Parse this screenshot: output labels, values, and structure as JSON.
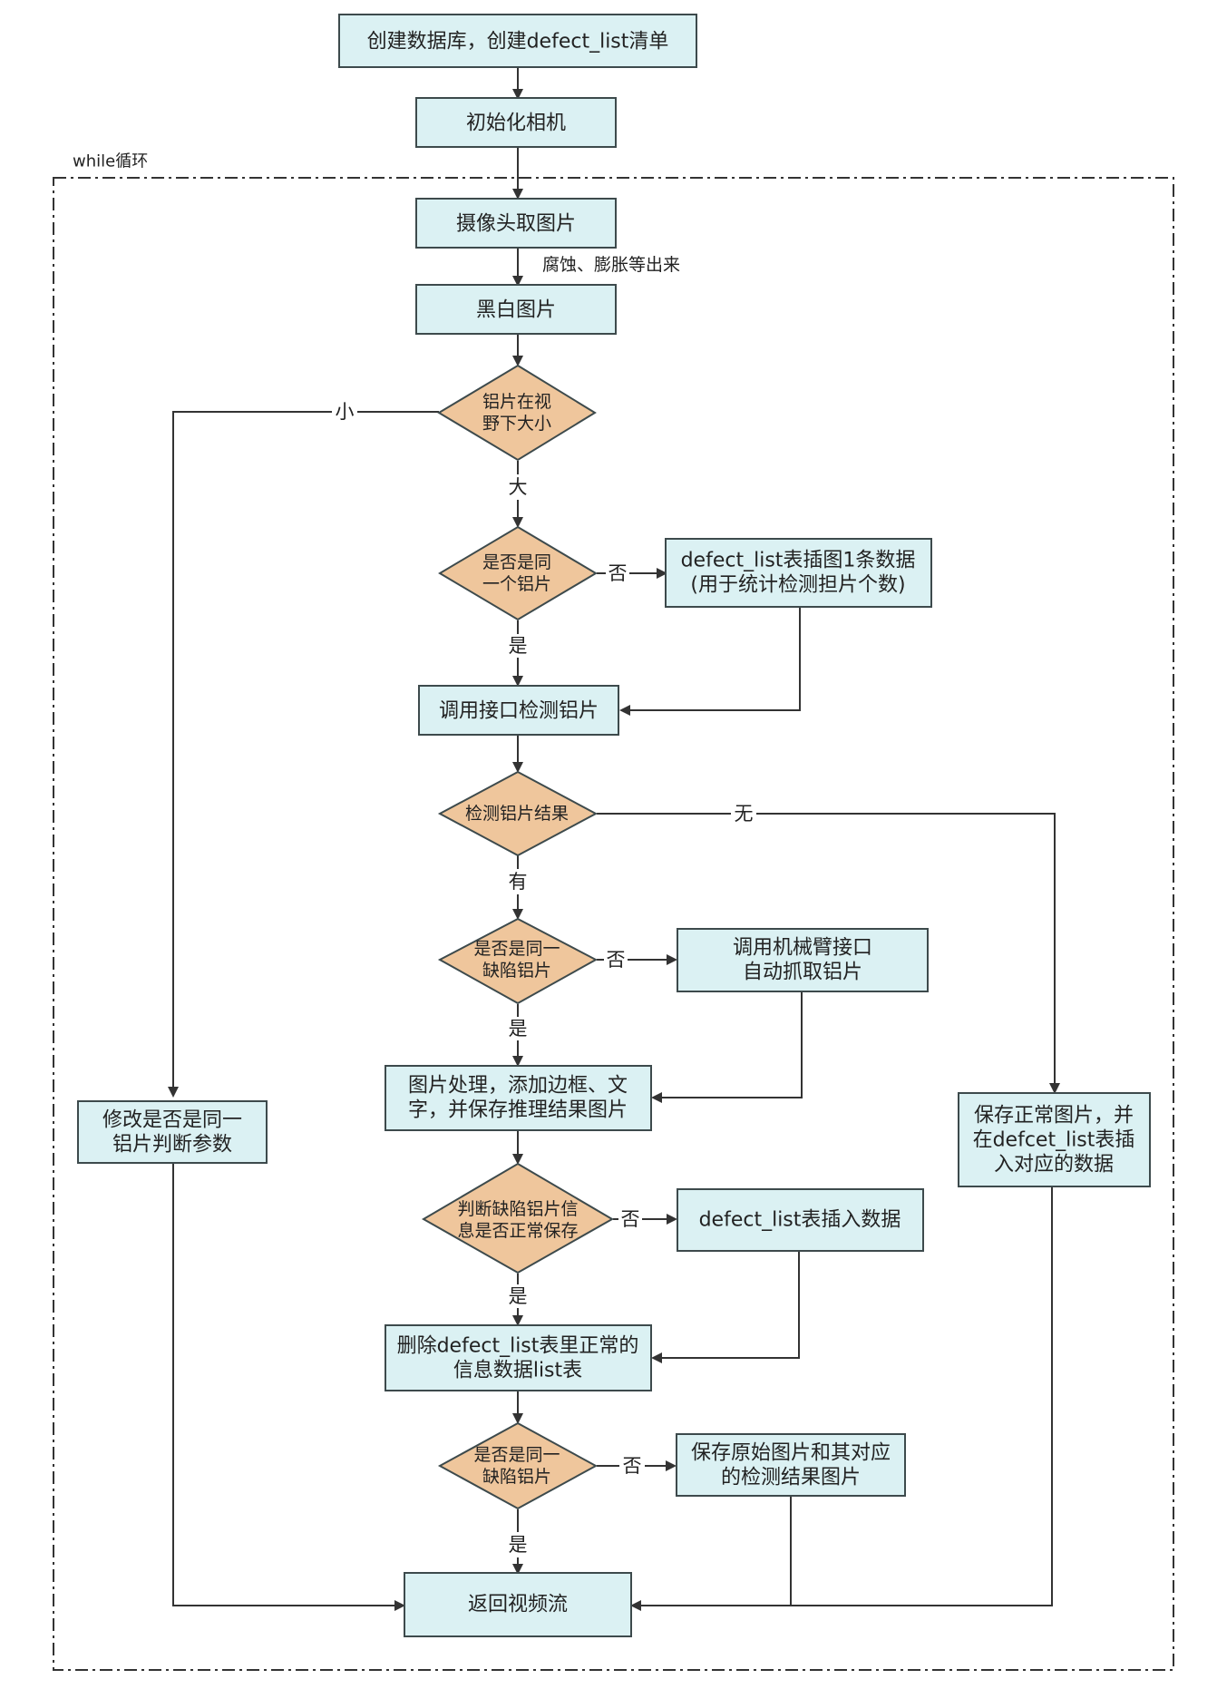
{
  "loop_label": "while循环",
  "nodes": {
    "create_db": "创建数据库，创建defect_list清单",
    "init_camera": "初始化相机",
    "capture": "摄像头取图片",
    "bw": "黑白图片",
    "size_check": [
      "铝片在视",
      "野下大小"
    ],
    "same_piece": [
      "是否是同",
      "一个铝片"
    ],
    "insert_one": [
      "defect_list表插图1条数据",
      "(用于统计检测担片个数)"
    ],
    "call_detect": "调用接口检测铝片",
    "detect_result": "检测铝片结果",
    "same_defect_1": [
      "是否是同一",
      "缺陷铝片"
    ],
    "robot_arm": [
      "调用机械臂接口",
      "自动抓取铝片"
    ],
    "img_process": [
      "图片处理，添加边框、文",
      "字，并保存推理结果图片"
    ],
    "judge_save": [
      "判断缺陷铝片信",
      "息是否正常保存"
    ],
    "insert_data": "defect_list表插入数据",
    "delete_normal": [
      "删除defect_list表里正常的",
      "信息数据list表"
    ],
    "same_defect_2": [
      "是否是同一",
      "缺陷铝片"
    ],
    "save_original": [
      "保存原始图片和其对应",
      "的检测结果图片"
    ],
    "return_stream": "返回视频流",
    "modify_params": [
      "修改是否是同一",
      "铝片判断参数"
    ],
    "save_normal": [
      "保存正常图片，并",
      "在defcet_list表插",
      "入对应的数据"
    ]
  },
  "edge_labels": {
    "erosion_note": "腐蚀、膨胀等出来",
    "small": "小",
    "large": "大",
    "no_1": "否",
    "yes_1": "是",
    "none": "无",
    "has": "有",
    "no_2": "否",
    "yes_2": "是",
    "no_3": "否",
    "yes_3": "是",
    "no_4": "否",
    "yes_4": "是"
  }
}
